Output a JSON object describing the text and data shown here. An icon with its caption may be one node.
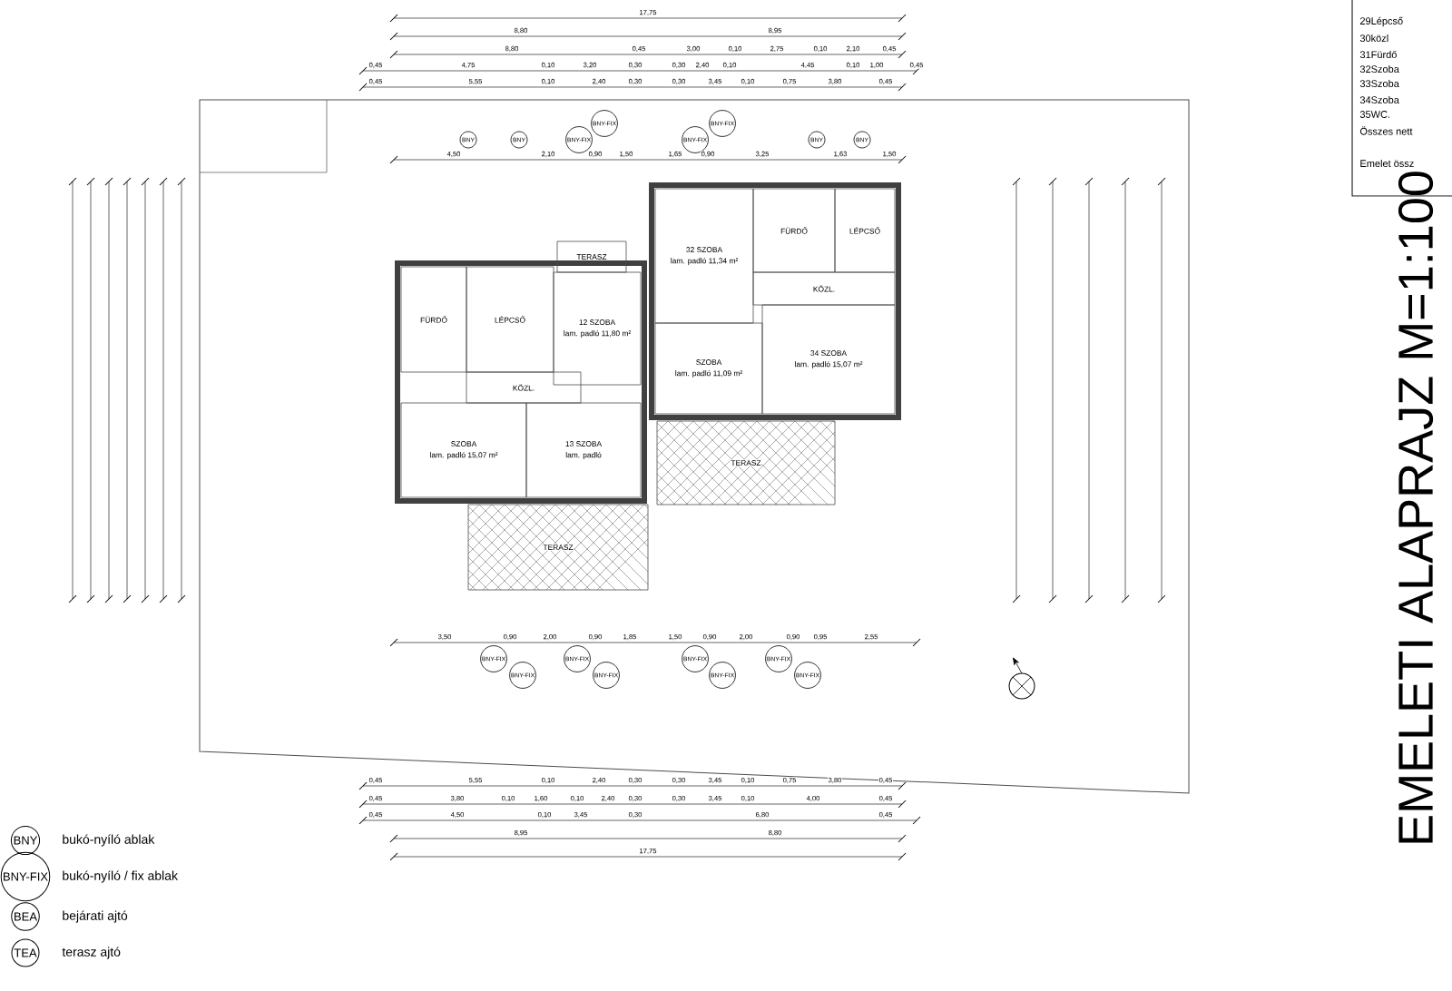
{
  "diagram": {
    "title": "EMELETI ALAPRAJZ M=1:100",
    "nodes": [
      {
        "text": [
          "TERASZ"
        ]
      },
      {
        "text": [
          "FÜRDŐ"
        ]
      },
      {
        "text": [
          "LÉPCSŐ"
        ]
      },
      {
        "text": [
          "12 SZOBA",
          "lam. padló 11,80 m²"
        ]
      },
      {
        "text": [
          "KÖZL."
        ]
      },
      {
        "text": [
          "SZOBA",
          "lam. padló 15,07 m²"
        ]
      },
      {
        "text": [
          "13 SZOBA",
          "lam. padló"
        ]
      },
      {
        "text": [
          "TERASZ"
        ]
      },
      {
        "text": [
          "32 SZOBA",
          "lam. padló 11,34 m²"
        ]
      },
      {
        "text": [
          "FÜRDŐ"
        ]
      },
      {
        "text": [
          "LÉPCSŐ"
        ]
      },
      {
        "text": [
          "KÖZL."
        ]
      },
      {
        "text": [
          "SZOBA",
          "lam. padló 11,09 m²"
        ]
      },
      {
        "text": [
          "34 SZOBA",
          "lam. padló 15,07 m²"
        ]
      },
      {
        "text": [
          "TERASZ"
        ]
      },
      {
        "text": [
          "BNY"
        ]
      },
      {
        "text": [
          "BNY"
        ]
      },
      {
        "text": [
          "BNY-FIX"
        ]
      },
      {
        "text": [
          "BNY-FIX"
        ]
      },
      {
        "text": [
          "BNY-FIX"
        ]
      },
      {
        "text": [
          "BNY-FIX"
        ]
      },
      {
        "text": [
          "BNY"
        ]
      },
      {
        "text": [
          "BNY"
        ]
      },
      {
        "text": [
          "BNY-FIX"
        ]
      },
      {
        "text": [
          "BNY-FIX"
        ]
      },
      {
        "text": [
          "BNY-FIX"
        ]
      },
      {
        "text": [
          "BNY-FIX"
        ]
      },
      {
        "text": [
          "BNY-FIX"
        ]
      },
      {
        "text": [
          "BNY-FIX"
        ]
      },
      {
        "text": [
          "BNY-FIX"
        ]
      },
      {
        "text": [
          "BNY-FIX"
        ]
      },
      {
        "text": [
          "BNY"
        ],
        "beside": [
          "bukó-nyíló ablak"
        ]
      },
      {
        "text": [
          "BNY-FIX"
        ],
        "beside": [
          "bukó-nyíló / fix ablak"
        ]
      },
      {
        "text": [
          "BEA"
        ],
        "beside": [
          "bejárati ajtó"
        ]
      },
      {
        "text": [
          "TEA"
        ],
        "beside": [
          "terasz ajtó"
        ]
      }
    ],
    "labels": [
      "17,75",
      "8,80",
      "8,95",
      "8,80",
      "0,45",
      "3,00",
      "0,10",
      "2,75",
      "0,10",
      "2,10",
      "0,45",
      "0,45",
      "4,75",
      "0,10",
      "3,20",
      "0,30",
      "0,30",
      "2,40",
      "0,10",
      "4,45",
      "0,10",
      "1,00",
      "0,45",
      "0,45",
      "5,55",
      "0,10",
      "2,40",
      "0,30",
      "0,30",
      "3,45",
      "0,10",
      "0,75",
      "3,80",
      "0,45",
      "4,50",
      "2,10",
      "0,90",
      "1,50",
      "1,65",
      "0,90",
      "3,25",
      "1,63",
      "1,50",
      "3,50",
      "0,90",
      "2,00",
      "0,90",
      "1,85",
      "1,50",
      "0,90",
      "2,00",
      "0,90",
      "0,95",
      "2,55",
      "0,45",
      "5,55",
      "0,10",
      "2,40",
      "0,30",
      "0,30",
      "3,45",
      "0,10",
      "0,75",
      "3,80",
      "0,45",
      "0,45",
      "3,80",
      "0,10",
      "1,60",
      "0,10",
      "2,40",
      "0,30",
      "0,30",
      "3,45",
      "0,10",
      "4,00",
      "0,45",
      "0,45",
      "4,50",
      "0,10",
      "3,45",
      "0,30",
      "6,80",
      "0,45",
      "8,95",
      "8,80",
      "17,75",
      "29Lépcső",
      "30közl",
      "31Fürdő",
      "32Szoba",
      "33Szoba",
      "34Szoba",
      "35WC.",
      "Összes nett",
      "Emelet össz"
    ]
  }
}
